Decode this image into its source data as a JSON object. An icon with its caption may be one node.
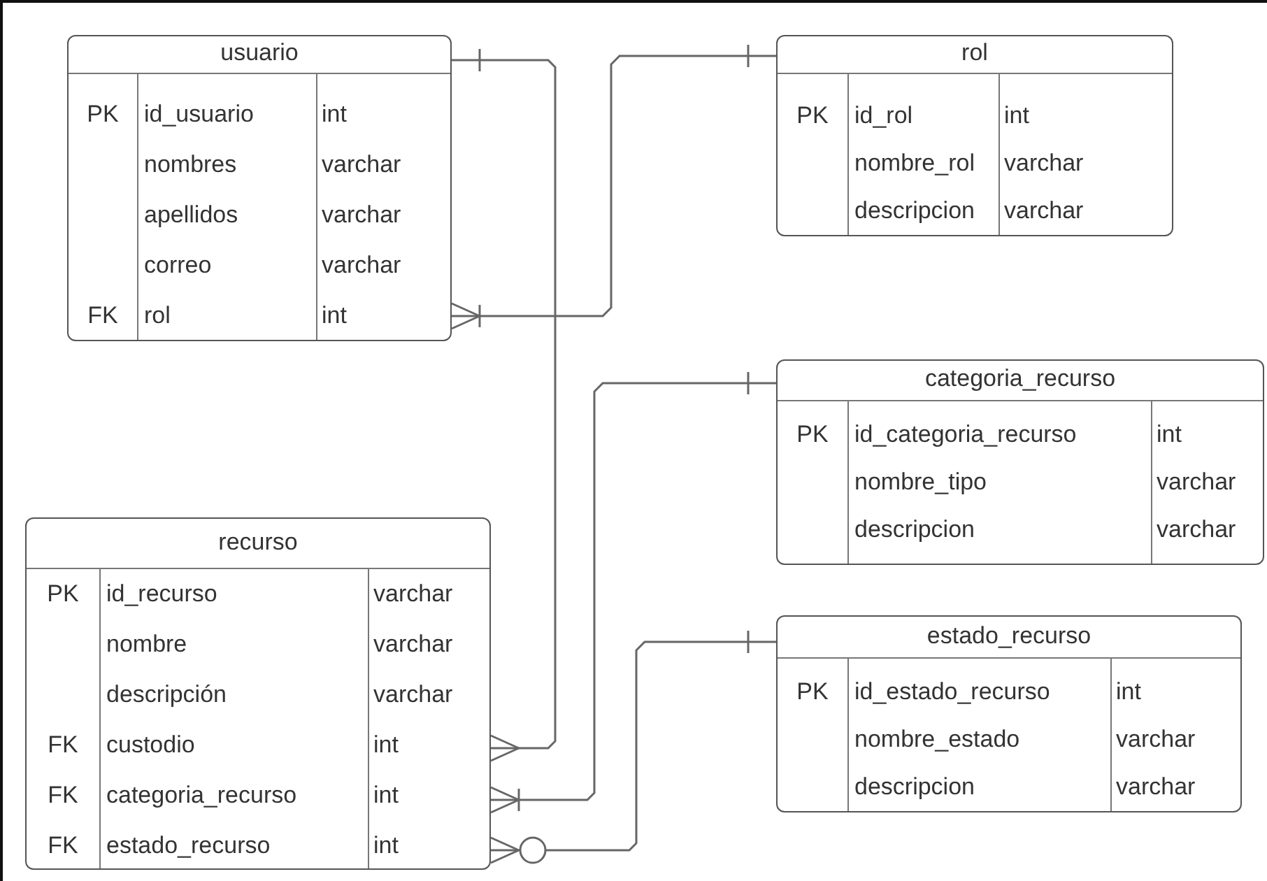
{
  "diagram": {
    "nodes": [
      {
        "text": [
          "usuario",
          "PK",
          "id_usuario",
          "int",
          "nombres",
          "varchar",
          "apellidos",
          "varchar",
          "correo",
          "varchar",
          "FK",
          "rol",
          "int"
        ]
      },
      {
        "text": [
          "rol",
          "PK",
          "id_rol",
          "int",
          "nombre_rol",
          "varchar",
          "descripcion",
          "varchar"
        ]
      },
      {
        "text": [
          "categoria_recurso",
          "PK",
          "id_categoria_recurso",
          "int",
          "nombre_tipo",
          "varchar",
          "descripcion",
          "varchar"
        ]
      },
      {
        "text": [
          "recurso",
          "PK",
          "id_recurso",
          "varchar",
          "nombre",
          "varchar",
          "descripción",
          "varchar",
          "FK",
          "custodio",
          "int",
          "FK",
          "categoria_recurso",
          "int",
          "FK",
          "estado_recurso",
          "int"
        ]
      },
      {
        "text": [
          "estado_recurso",
          "PK",
          "id_estado_recurso",
          "int",
          "nombre_estado",
          "varchar",
          "descripcion",
          "varchar"
        ]
      }
    ],
    "edges": [
      {
        "from": 0,
        "to": 1,
        "arrow": "other"
      },
      {
        "from": 0,
        "to": 3,
        "arrow": "other"
      },
      {
        "from": 2,
        "to": 3,
        "arrow": "other"
      },
      {
        "from": 4,
        "to": 3,
        "arrow": "other"
      }
    ]
  }
}
